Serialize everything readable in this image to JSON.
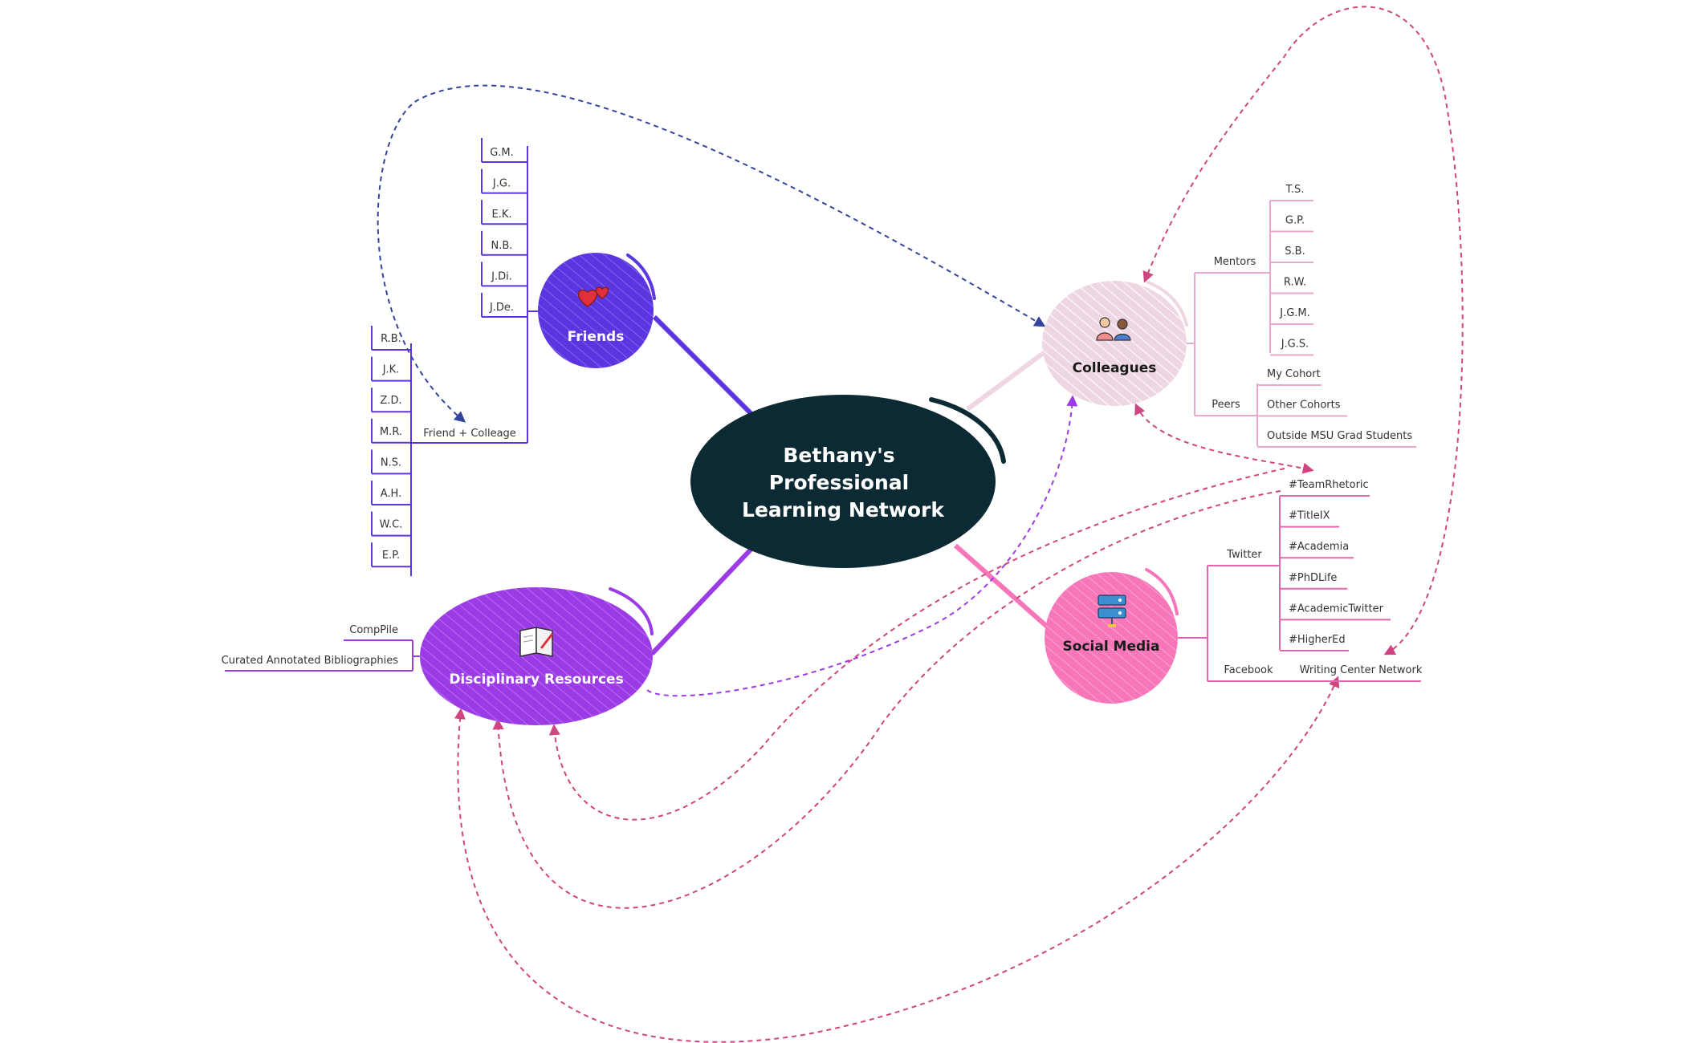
{
  "central": {
    "lines": [
      "Bethany's",
      "Professional",
      "Learning Network"
    ]
  },
  "colors": {
    "central": "#0b2a33",
    "friends": "#5a35e0",
    "disciplinary": "#9b3be6",
    "colleagues": "#eed6e2",
    "colleagues_line": "#e9a9cc",
    "social": "#f776b9",
    "social_line": "#e367ad",
    "relation_blue": "#33449c",
    "relation_purple": "#9b3be6",
    "relation_pink": "#d0457f"
  },
  "topics": {
    "friends": {
      "label": "Friends",
      "icon": "hearts-icon",
      "children": [
        "G.M.",
        "J.G.",
        "E.K.",
        "N.B.",
        "J.Di.",
        "J.De."
      ],
      "sub": {
        "label": "Friend + Colleage",
        "children": [
          "R.B.",
          "J.K.",
          "Z.D.",
          "M.R.",
          "N.S.",
          "A.H.",
          "W.C.",
          "E.P."
        ]
      }
    },
    "colleagues": {
      "label": "Colleagues",
      "icon": "people-icon",
      "mentors": {
        "label": "Mentors",
        "children": [
          "T.S.",
          "G.P.",
          "S.B.",
          "R.W.",
          "J.G.M.",
          "J.G.S."
        ]
      },
      "peers": {
        "label": "Peers",
        "children": [
          "My Cohort",
          "Other Cohorts",
          "Outside MSU Grad Students"
        ]
      }
    },
    "social": {
      "label": "Social Media",
      "icon": "server-icon",
      "twitter": {
        "label": "Twitter",
        "children": [
          "#TeamRhetoric",
          "#TitleIX",
          "#Academia",
          "#PhDLife",
          "#AcademicTwitter",
          "#HigherEd"
        ]
      },
      "facebook": {
        "label": "Facebook",
        "children": [
          "Writing Center Network"
        ]
      }
    },
    "disciplinary": {
      "label": "Disciplinary Resources",
      "icon": "book-icon",
      "children": [
        "CompPile",
        "Curated Annotated Bibliographies"
      ]
    }
  }
}
